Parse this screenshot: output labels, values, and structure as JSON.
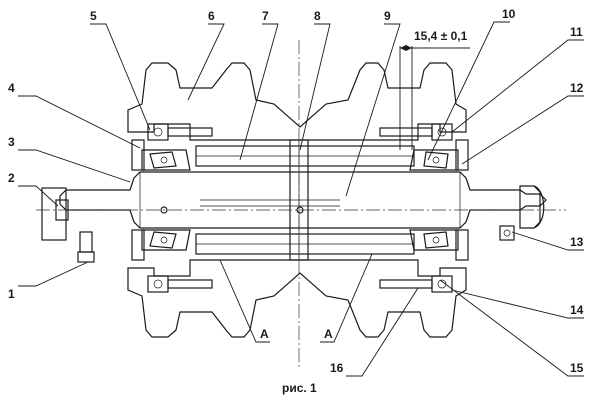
{
  "figure": {
    "caption": "рис. 1",
    "dimension": "15,4 ± 0,1",
    "callouts": [
      "1",
      "2",
      "3",
      "4",
      "5",
      "6",
      "7",
      "8",
      "9",
      "10",
      "11",
      "12",
      "13",
      "14",
      "15",
      "16"
    ],
    "section_marks": [
      "A",
      "A"
    ]
  },
  "colors": {
    "line": "#1a1a1a",
    "hatch": "#1a1a1a",
    "body_fill": "#e6e6e6",
    "shaft_fill": "#d8d8d8"
  }
}
